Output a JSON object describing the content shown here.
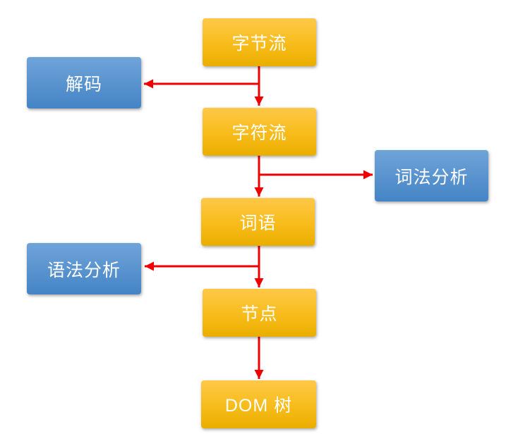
{
  "diagram": {
    "nodes": [
      {
        "id": "byte-stream",
        "label": "字节流",
        "kind": "stage"
      },
      {
        "id": "decode",
        "label": "解码",
        "kind": "process"
      },
      {
        "id": "char-stream",
        "label": "字符流",
        "kind": "stage"
      },
      {
        "id": "lexical-analysis",
        "label": "词法分析",
        "kind": "process"
      },
      {
        "id": "tokens",
        "label": "词语",
        "kind": "stage"
      },
      {
        "id": "syntax-analysis",
        "label": "语法分析",
        "kind": "process"
      },
      {
        "id": "nodes",
        "label": "节点",
        "kind": "stage"
      },
      {
        "id": "dom-tree",
        "label": "DOM 树",
        "kind": "stage"
      }
    ],
    "edges": [
      {
        "from": "byte-stream",
        "to": "decode"
      },
      {
        "from": "byte-stream",
        "to": "char-stream"
      },
      {
        "from": "char-stream",
        "to": "lexical-analysis"
      },
      {
        "from": "char-stream",
        "to": "tokens"
      },
      {
        "from": "tokens",
        "to": "syntax-analysis"
      },
      {
        "from": "tokens",
        "to": "nodes"
      },
      {
        "from": "nodes",
        "to": "dom-tree"
      }
    ],
    "colors": {
      "stage_gradient_top": "#FFC848",
      "stage_gradient_bottom": "#EAAE00",
      "process_gradient_top": "#6FA4D9",
      "process_gradient_bottom": "#4484C6",
      "arrow": "#EE0000",
      "text": "#FFFFFF",
      "background": "#FFFFFF"
    }
  }
}
